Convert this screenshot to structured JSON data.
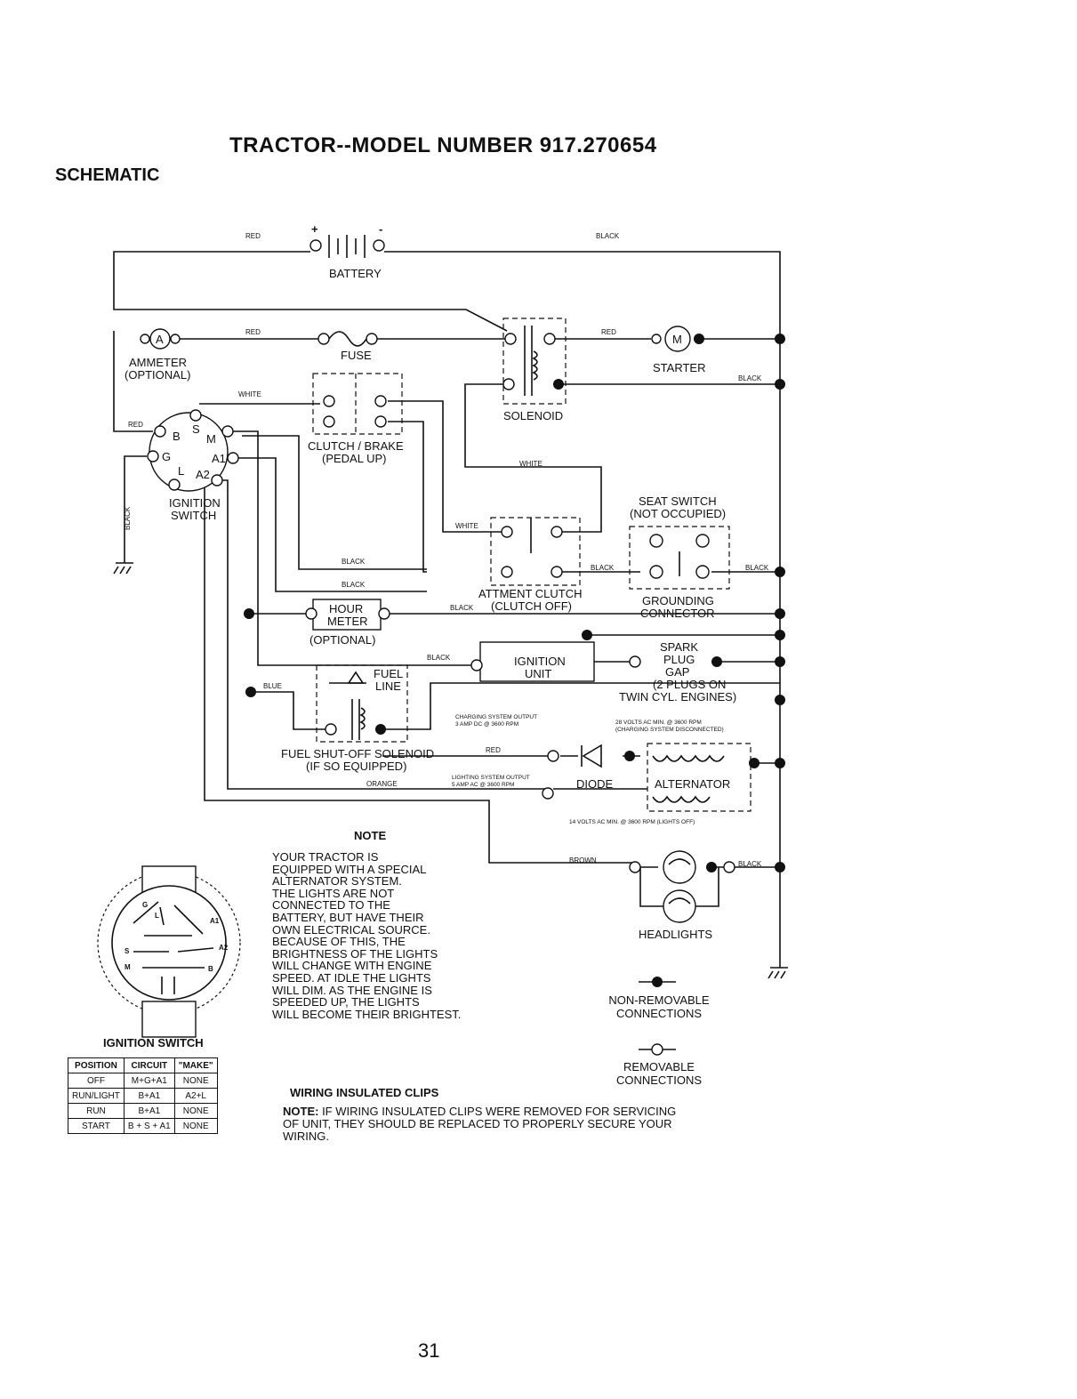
{
  "header": {
    "title": "TRACTOR--MODEL NUMBER 917.270654",
    "section": "SCHEMATIC"
  },
  "components": {
    "battery": "BATTERY",
    "battery_plus": "+",
    "battery_minus": "-",
    "fuse": "FUSE",
    "ammeter": "AMMETER",
    "ammeter_optional": "(OPTIONAL)",
    "ammeter_symbol": "A",
    "solenoid": "SOLENOID",
    "starter": "STARTER",
    "starter_symbol": "M",
    "clutch_brake": "CLUTCH / BRAKE",
    "clutch_brake_state": "(PEDAL UP)",
    "ignition_switch": "IGNITION",
    "ignition_switch_2": "SWITCH",
    "seat_switch": "SEAT SWITCH",
    "seat_switch_state": "(NOT OCCUPIED)",
    "attach_clutch": "ATTMENT CLUTCH",
    "attach_clutch_state": "(CLUTCH OFF)",
    "grounding": "GROUNDING",
    "grounding_2": "CONNECTOR",
    "hour_meter": "HOUR",
    "hour_meter_2": "METER",
    "hour_meter_optional": "(OPTIONAL)",
    "ignition_unit": "IGNITION",
    "ignition_unit_2": "UNIT",
    "spark_plug": "SPARK",
    "spark_plug_2": "PLUG",
    "spark_plug_3": "GAP",
    "spark_plug_note": "(2 PLUGS ON",
    "spark_plug_note_2": "TWIN CYL. ENGINES)",
    "fuel_line": "FUEL",
    "fuel_line_2": "LINE",
    "fuel_solenoid": "FUEL SHUT-OFF SOLENOID",
    "fuel_solenoid_2": "(IF SO EQUIPPED)",
    "diode": "DIODE",
    "alternator": "ALTERNATOR",
    "headlights": "HEADLIGHTS"
  },
  "switch_terminals": [
    "S",
    "B",
    "M",
    "G",
    "A1",
    "L",
    "A2"
  ],
  "wires": {
    "red": "RED",
    "black": "BLACK",
    "white": "WHITE",
    "blue": "BLUE",
    "orange": "ORANGE",
    "brown": "BROWN"
  },
  "outputs": {
    "charging": "CHARGING SYSTEM OUTPUT",
    "charging_2": "3 AMP DC @ 3600 RPM",
    "charging_volts": "28 VOLTS AC MIN. @ 3600 RPM",
    "charging_volts_2": "(CHARGING SYSTEM DISCONNECTED)",
    "lighting": "LIGHTING SYSTEM OUTPUT",
    "lighting_2": "5 AMP AC @ 3600 RPM",
    "lighting_volts": "14 VOLTS AC MIN. @ 3600 RPM (LIGHTS OFF)"
  },
  "note": {
    "title": "NOTE",
    "text": "YOUR TRACTOR IS\nEQUIPPED WITH A SPECIAL\nALTERNATOR SYSTEM.\nTHE LIGHTS ARE NOT\nCONNECTED TO THE\nBATTERY, BUT HAVE THEIR\nOWN ELECTRICAL SOURCE.\nBECAUSE OF THIS, THE\nBRIGHTNESS OF THE LIGHTS\nWILL CHANGE WITH ENGINE\nSPEED. AT IDLE THE LIGHTS\nWILL DIM. AS THE ENGINE IS\nSPEEDED UP, THE LIGHTS\nWILL BECOME THEIR BRIGHTEST."
  },
  "legend": {
    "non_removable": "NON-REMOVABLE",
    "non_removable_2": "CONNECTIONS",
    "removable": "REMOVABLE",
    "removable_2": "CONNECTIONS"
  },
  "clips": {
    "title": "WIRING INSULATED CLIPS",
    "note_label": "NOTE:",
    "note_text": " IF WIRING INSULATED CLIPS WERE REMOVED FOR SERVICING OF UNIT, THEY SHOULD BE REPLACED TO PROPERLY SECURE YOUR WIRING."
  },
  "ignition_table": {
    "title": "IGNITION SWITCH",
    "headers": [
      "POSITION",
      "CIRCUIT",
      "\"MAKE\""
    ],
    "rows": [
      [
        "OFF",
        "M+G+A1",
        "NONE"
      ],
      [
        "RUN/LIGHT",
        "B+A1",
        "A2+L"
      ],
      [
        "RUN",
        "B+A1",
        "NONE"
      ],
      [
        "START",
        "B + S + A1",
        "NONE"
      ]
    ]
  },
  "switch_face": {
    "terminals": [
      "G",
      "L",
      "A1",
      "A2",
      "S",
      "M",
      "B"
    ]
  },
  "page_number": "31"
}
